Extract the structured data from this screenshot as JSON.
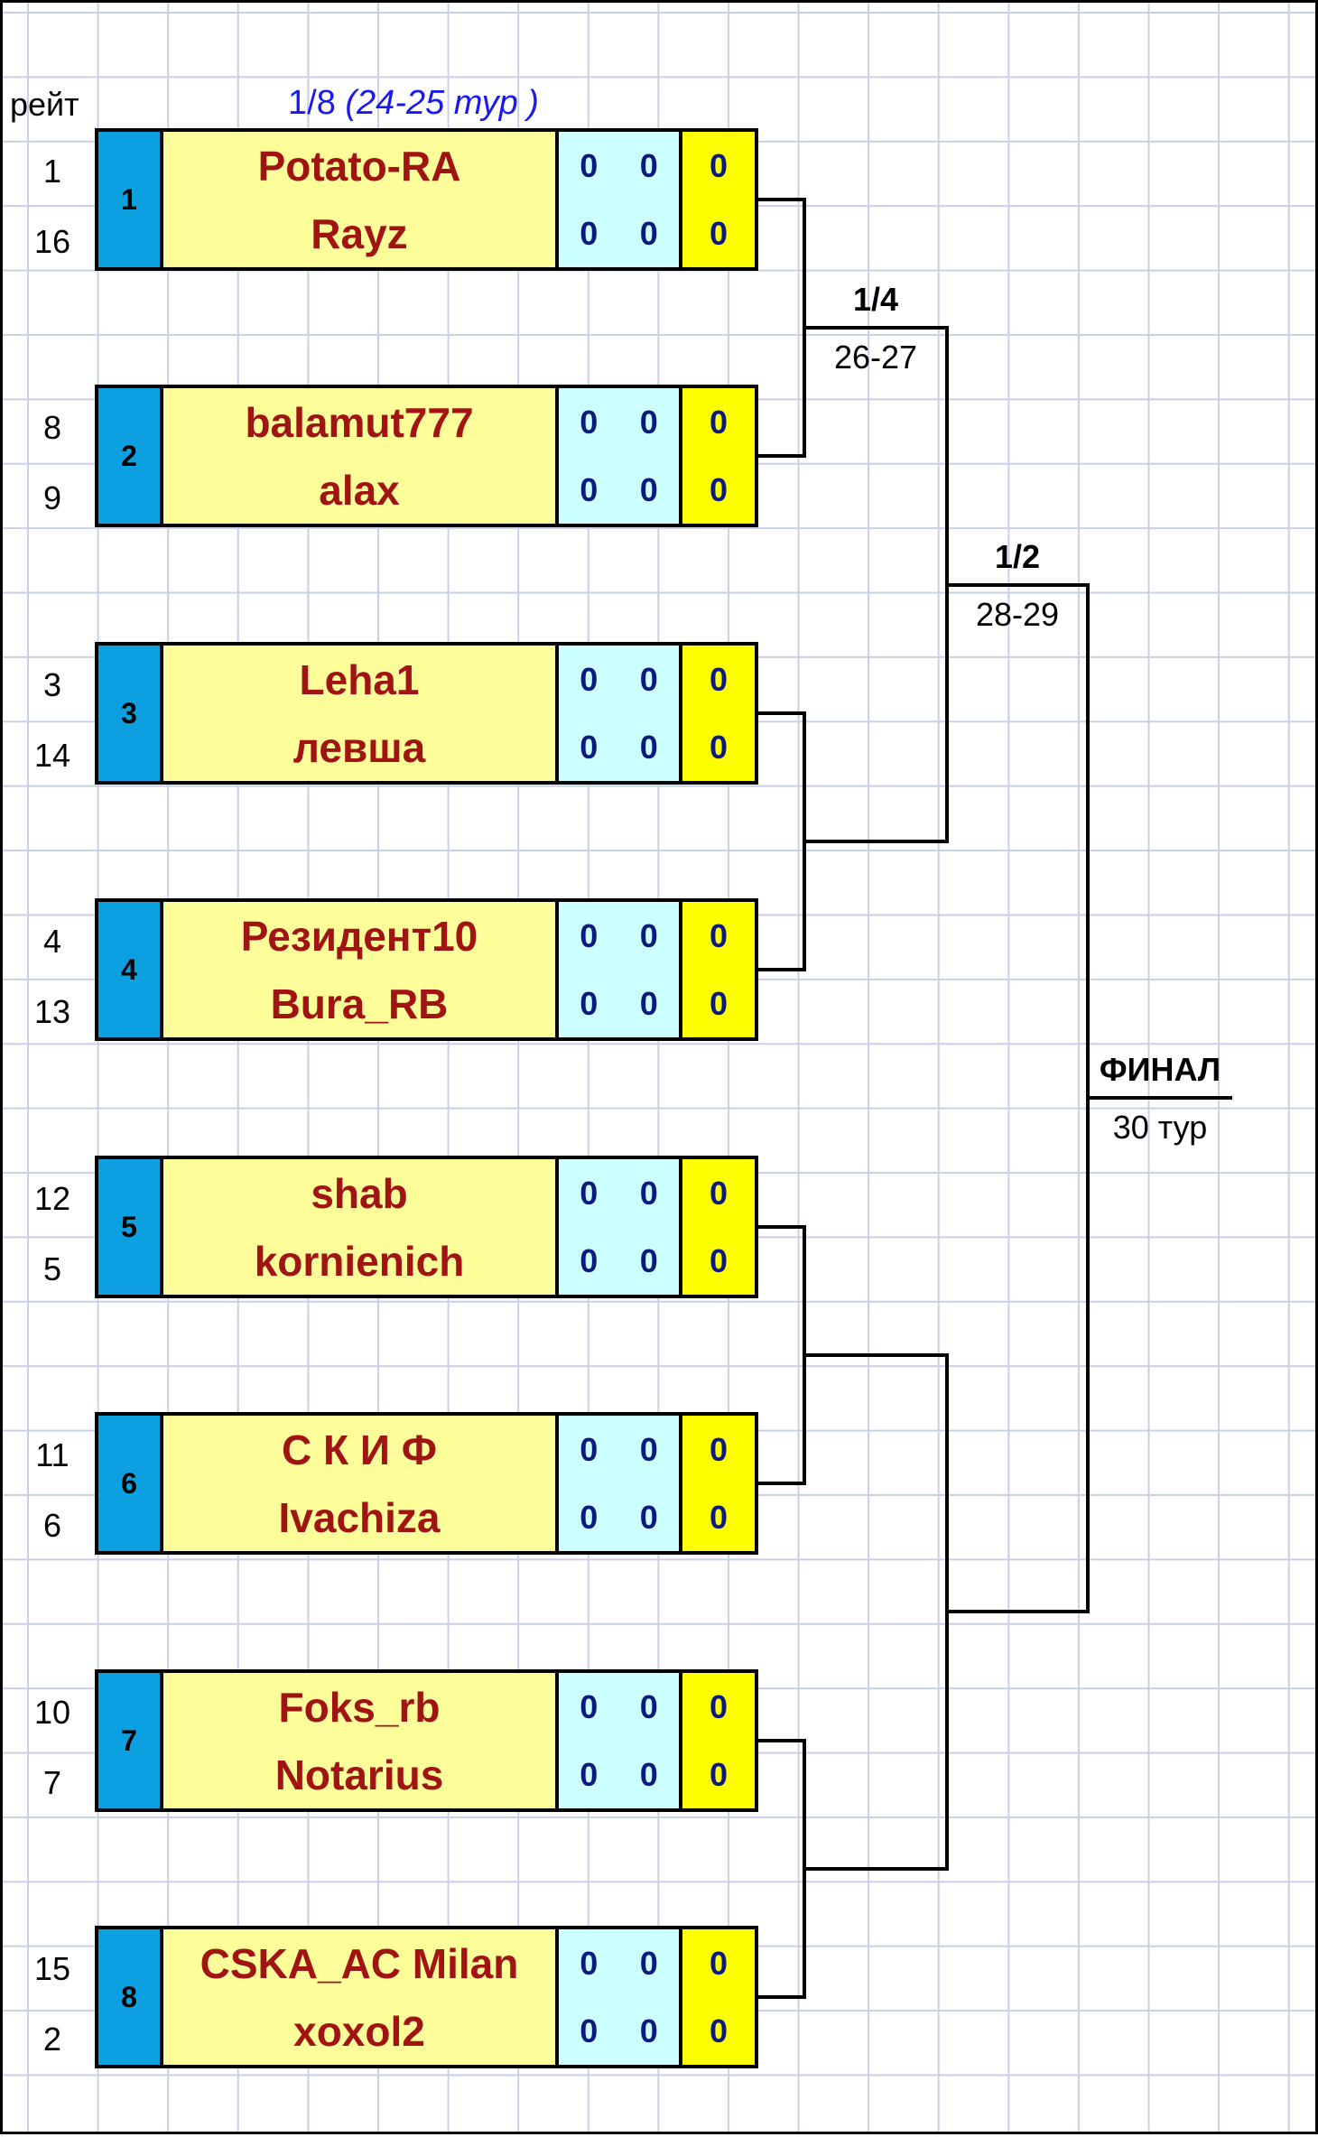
{
  "header": {
    "rating_label": "рейт",
    "round_label": "1/8",
    "round_tours": "(24-25 тур )"
  },
  "rounds": {
    "quarter": {
      "label": "1/4",
      "dates": "26-27"
    },
    "semi": {
      "label": "1/2",
      "dates": "28-29"
    },
    "final": {
      "label": "ФИНАЛ",
      "dates": "30 тур"
    }
  },
  "matches": [
    {
      "num": "1",
      "r1": "1",
      "r2": "16",
      "p1": "Potato-RA",
      "p2": "Rayz",
      "s1a": "0",
      "s1b": "0",
      "t1": "0",
      "s2a": "0",
      "s2b": "0",
      "t2": "0"
    },
    {
      "num": "2",
      "r1": "8",
      "r2": "9",
      "p1": "balamut777",
      "p2": "alax",
      "s1a": "0",
      "s1b": "0",
      "t1": "0",
      "s2a": "0",
      "s2b": "0",
      "t2": "0"
    },
    {
      "num": "3",
      "r1": "3",
      "r2": "14",
      "p1": "Leha1",
      "p2": "левша",
      "s1a": "0",
      "s1b": "0",
      "t1": "0",
      "s2a": "0",
      "s2b": "0",
      "t2": "0"
    },
    {
      "num": "4",
      "r1": "4",
      "r2": "13",
      "p1": "Резидент10",
      "p2": "Bura_RB",
      "s1a": "0",
      "s1b": "0",
      "t1": "0",
      "s2a": "0",
      "s2b": "0",
      "t2": "0"
    },
    {
      "num": "5",
      "r1": "12",
      "r2": "5",
      "p1": "shab",
      "p2": "kornienich",
      "s1a": "0",
      "s1b": "0",
      "t1": "0",
      "s2a": "0",
      "s2b": "0",
      "t2": "0"
    },
    {
      "num": "6",
      "r1": "11",
      "r2": "6",
      "p1": "С К И Ф",
      "p2": "Ivachiza",
      "s1a": "0",
      "s1b": "0",
      "t1": "0",
      "s2a": "0",
      "s2b": "0",
      "t2": "0"
    },
    {
      "num": "7",
      "r1": "10",
      "r2": "7",
      "p1": "Foks_rb",
      "p2": "Notarius",
      "s1a": "0",
      "s1b": "0",
      "t1": "0",
      "s2a": "0",
      "s2b": "0",
      "t2": "0"
    },
    {
      "num": "8",
      "r1": "15",
      "r2": "2",
      "p1": "CSKA_AC Milan",
      "p2": "xoxol2",
      "s1a": "0",
      "s1b": "0",
      "t1": "0",
      "s2a": "0",
      "s2b": "0",
      "t2": "0"
    }
  ]
}
